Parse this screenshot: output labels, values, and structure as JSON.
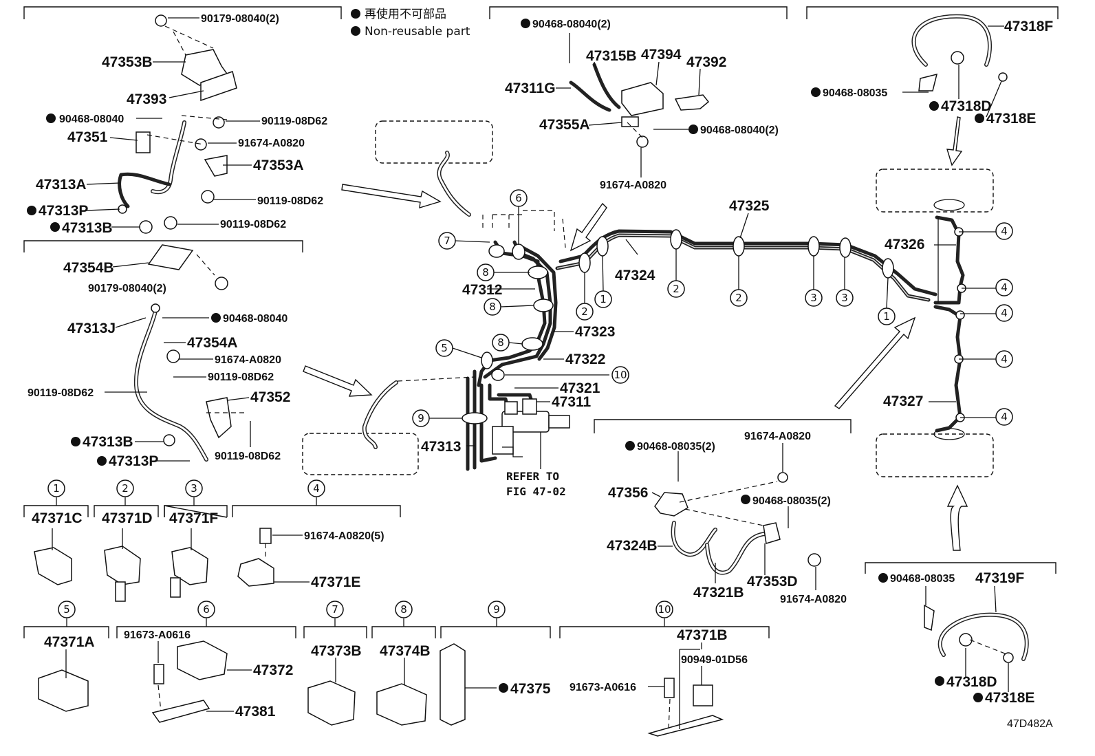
{
  "legend": {
    "line1": "再使用不可部品",
    "line2": "Non-reusable part"
  },
  "labels": {
    "p90179_08040_2_top": "90179-08040(2)",
    "p47353B": "47353B",
    "p47393": "47393",
    "p90468_08040_a": "90468-08040",
    "p90119_08D62_a": "90119-08D62",
    "p47351": "47351",
    "p91674_A0820_a": "91674-A0820",
    "p47353A": "47353A",
    "p47313A": "47313A",
    "p90119_08D62_b": "90119-08D62",
    "p47313P_a": "47313P",
    "p47313B_a": "47313B",
    "p90119_08D62_c": "90119-08D62",
    "p47354B": "47354B",
    "p90179_08040_2_b": "90179-08040(2)",
    "p47313J": "47313J",
    "p90468_08040_b": "90468-08040",
    "p47354A": "47354A",
    "p91674_A0820_b": "91674-A0820",
    "p90119_08D62_d": "90119-08D62",
    "p90119_08D62_e": "90119-08D62",
    "p47352": "47352",
    "p47313B_b": "47313B",
    "p90119_08D62_f": "90119-08D62",
    "p47313P_b": "47313P",
    "p90468_08040_2_top": "90468-08040(2)",
    "p47315B": "47315B",
    "p47394": "47394",
    "p47392": "47392",
    "p47311G": "47311G",
    "p47355A": "47355A",
    "p90468_08040_2_mid": "90468-08040(2)",
    "p91674_A0820_c": "91674-A0820",
    "p47318F": "47318F",
    "p90468_08035_a": "90468-08035",
    "p47318D_a": "47318D",
    "p47318E_a": "47318E",
    "p47325": "47325",
    "p47326": "47326",
    "p47324": "47324",
    "p47312": "47312",
    "p47323": "47323",
    "p47322": "47322",
    "p47321": "47321",
    "p47311": "47311",
    "p47313": "47313",
    "refer1": "REFER TO",
    "refer2": "FIG 47-02",
    "p47327": "47327",
    "p90468_08035_2_a": "90468-08035(2)",
    "p91674_A0820_d": "91674-A0820",
    "p47356": "47356",
    "p90468_08035_2_b": "90468-08035(2)",
    "p47324B": "47324B",
    "p47321B": "47321B",
    "p47353D": "47353D",
    "p91674_A0820_e": "91674-A0820",
    "p90468_08035_b": "90468-08035",
    "p47319F": "47319F",
    "p47318D_b": "47318D",
    "p47318E_b": "47318E",
    "p47371C": "47371C",
    "p47371D": "47371D",
    "p47371F": "47371F",
    "p91674_A0820_5": "91674-A0820(5)",
    "p47371E": "47371E",
    "p47371A": "47371A",
    "p91673_A0616_a": "91673-A0616",
    "p47372": "47372",
    "p47381": "47381",
    "p47373B": "47373B",
    "p47374B": "47374B",
    "p47375": "47375",
    "p47371B": "47371B",
    "p90949_01D56": "90949-01D56",
    "p91673_A0616_b": "91673-A0616",
    "fig_code": "47D482A"
  },
  "callouts": [
    "1",
    "2",
    "3",
    "4",
    "5",
    "6",
    "7",
    "8",
    "9",
    "10"
  ]
}
